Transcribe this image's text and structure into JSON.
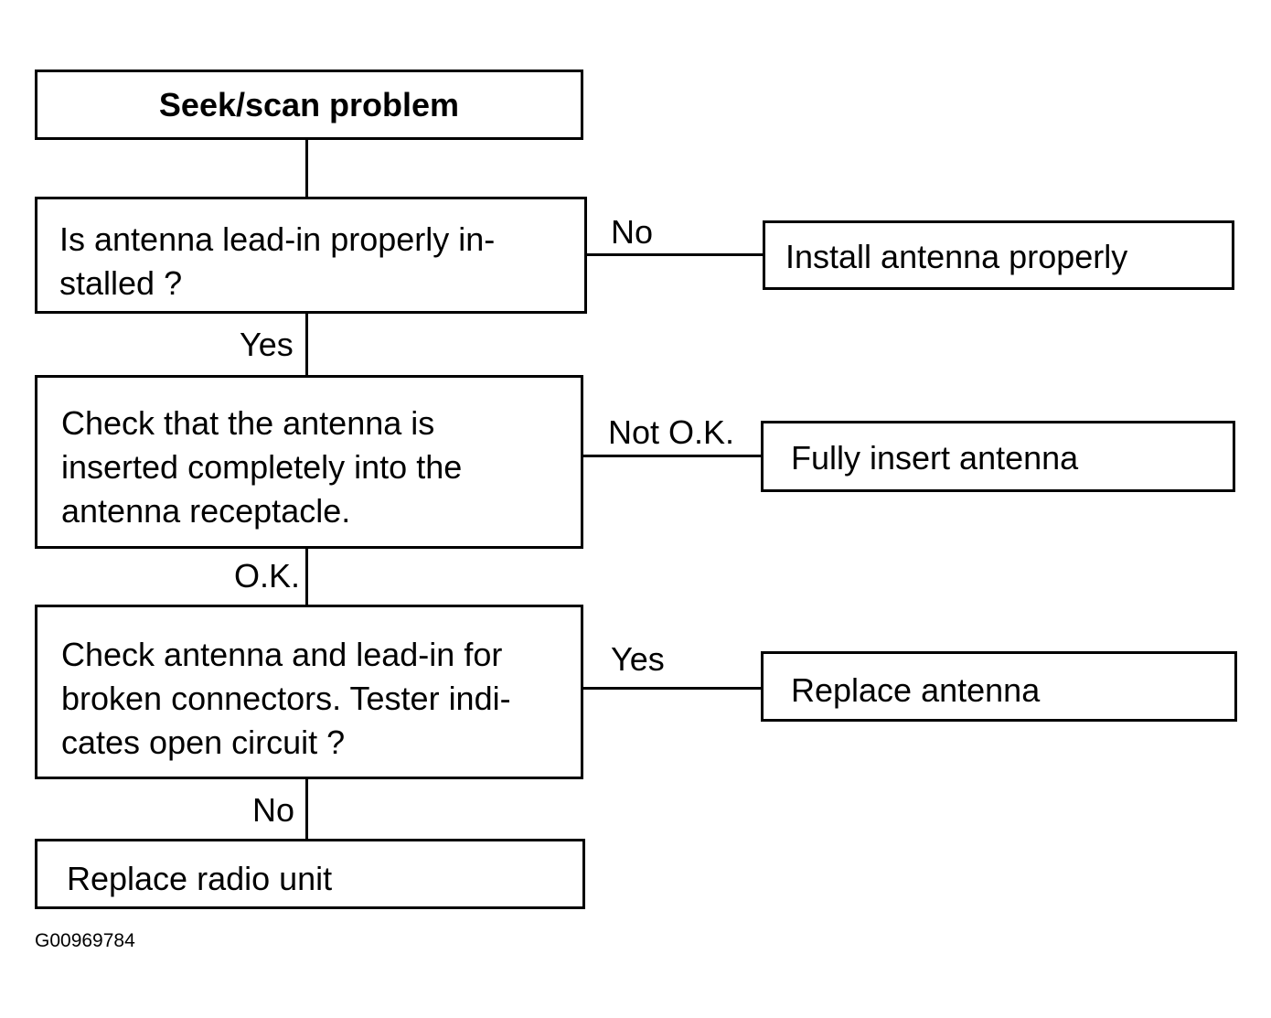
{
  "flowchart": {
    "start": "Seek/scan problem",
    "q1": {
      "line1": "Is antenna lead-in properly in-",
      "line2": "stalled ?",
      "no_label": "No",
      "no_action": "Install antenna properly",
      "yes_label": "Yes"
    },
    "q2": {
      "line1": "Check that the antenna is",
      "line2": "inserted completely into the",
      "line3": "antenna receptacle.",
      "not_ok_label": "Not O.K.",
      "not_ok_action": "Fully insert antenna",
      "ok_label": "O.K."
    },
    "q3": {
      "line1": "Check antenna and lead-in for",
      "line2": "broken connectors. Tester indi-",
      "line3": "cates open circuit ?",
      "yes_label": "Yes",
      "yes_action": "Replace antenna",
      "no_label": "No"
    },
    "end": "Replace radio unit"
  },
  "figure_code": "G00969784"
}
